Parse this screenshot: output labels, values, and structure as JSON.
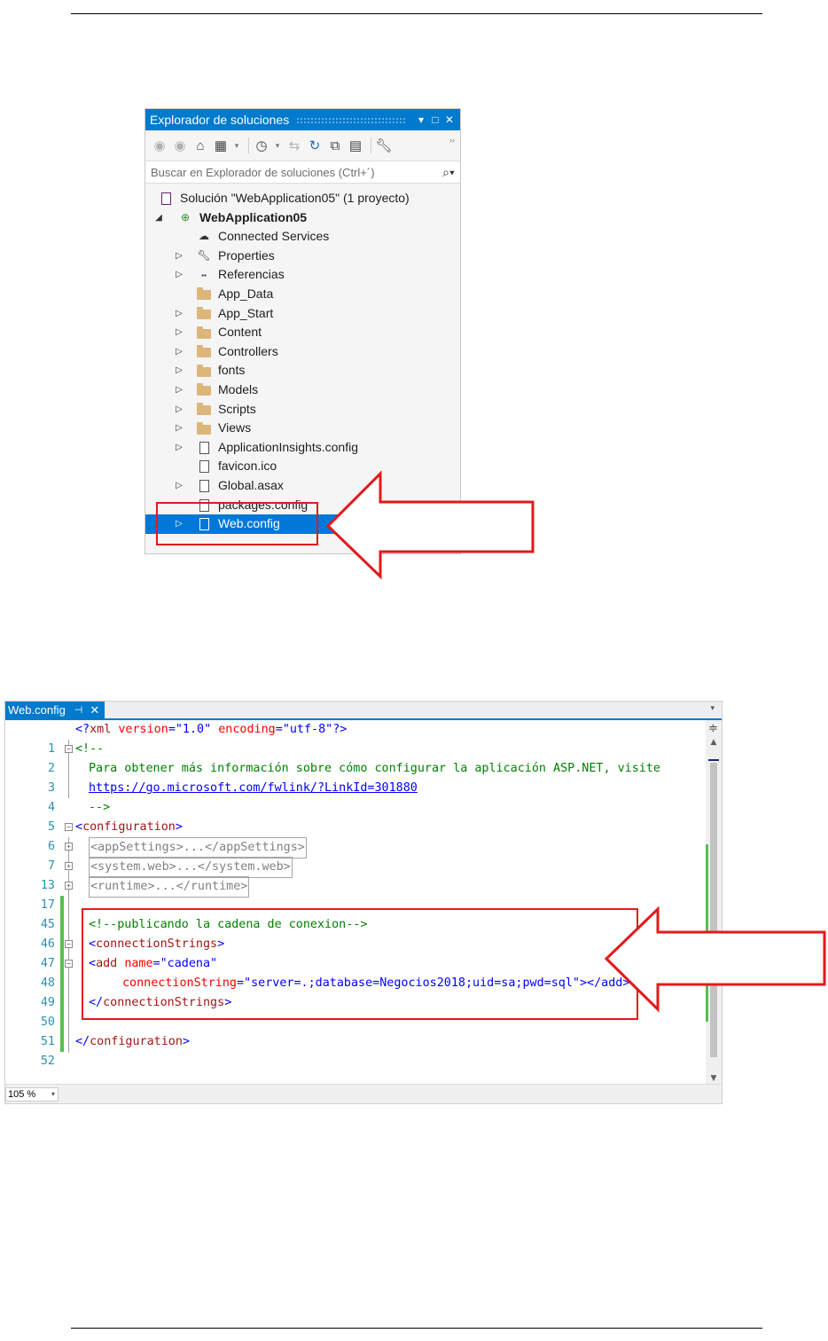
{
  "solution_explorer": {
    "title": "Explorador de soluciones",
    "title_buttons": [
      "▾",
      "□",
      "✕"
    ],
    "toolbar_icons": [
      "back-icon",
      "forward-icon",
      "home-icon",
      "switch-views-icon",
      "pending-changes-icon",
      "sync-icon",
      "refresh-icon",
      "collapse-all-icon",
      "show-all-files-icon",
      "properties-wrench-icon"
    ],
    "search_placeholder": "Buscar en Explorador de soluciones (Ctrl+´)",
    "solution_label": "Solución \"WebApplication05\"  (1 proyecto)",
    "project_label": "WebApplication05",
    "items": [
      {
        "label": "Connected Services",
        "icon": "connected-services-icon",
        "expandable": false
      },
      {
        "label": "Properties",
        "icon": "wrench-icon",
        "expandable": true
      },
      {
        "label": "Referencias",
        "icon": "references-icon",
        "expandable": true
      },
      {
        "label": "App_Data",
        "icon": "folder-icon",
        "expandable": false
      },
      {
        "label": "App_Start",
        "icon": "folder-icon",
        "expandable": true
      },
      {
        "label": "Content",
        "icon": "folder-icon",
        "expandable": true
      },
      {
        "label": "Controllers",
        "icon": "folder-icon",
        "expandable": true
      },
      {
        "label": "fonts",
        "icon": "folder-icon",
        "expandable": true
      },
      {
        "label": "Models",
        "icon": "folder-icon",
        "expandable": true
      },
      {
        "label": "Scripts",
        "icon": "folder-icon",
        "expandable": true
      },
      {
        "label": "Views",
        "icon": "folder-icon",
        "expandable": true
      },
      {
        "label": "ApplicationInsights.config",
        "icon": "config-file-icon",
        "expandable": true
      },
      {
        "label": "favicon.ico",
        "icon": "icon-file-icon",
        "expandable": false
      },
      {
        "label": "Global.asax",
        "icon": "asax-file-icon",
        "expandable": true
      },
      {
        "label": "packages.config",
        "icon": "config-file-icon",
        "expandable": false
      },
      {
        "label": "Web.config",
        "icon": "config-file-icon",
        "expandable": true,
        "selected": true
      }
    ]
  },
  "editor": {
    "tab_title": "Web.config",
    "tab_pin": "⊣",
    "tab_close": "✕",
    "zoom": "105 %",
    "lines": [
      {
        "num": "1"
      },
      {
        "num": "2"
      },
      {
        "num": "3"
      },
      {
        "num": "4"
      },
      {
        "num": "5"
      },
      {
        "num": "6"
      },
      {
        "num": "7"
      },
      {
        "num": "13"
      },
      {
        "num": "17"
      },
      {
        "num": "45"
      },
      {
        "num": "46"
      },
      {
        "num": "47"
      },
      {
        "num": "48"
      },
      {
        "num": "49"
      },
      {
        "num": "50"
      },
      {
        "num": "51"
      },
      {
        "num": "52"
      }
    ],
    "code": {
      "xml_decl_open": "<?",
      "xml_decl_name": "xml",
      "attr_version": "version",
      "eq": "=",
      "val_version": "\"1.0\"",
      "attr_encoding": "encoding",
      "val_encoding": "\"utf-8\"",
      "xml_decl_close": "?>",
      "comment_open": "<!--",
      "comment_text": "Para obtener más información sobre cómo configurar la aplicación ASP.NET, visite",
      "comment_link": "https://go.microsoft.com/fwlink/?LinkId=301880",
      "comment_close": "-->",
      "lt": "<",
      "gt": ">",
      "lt_slash": "</",
      "configuration": "configuration",
      "app_settings_collapsed": "<appSettings>...</appSettings>",
      "system_web_collapsed": "<system.web>...</system.web>",
      "runtime_collapsed": "<runtime>...</runtime>",
      "comment_publish": "<!--publicando la cadena de conexion-->",
      "connection_strings": "connectionStrings",
      "add": "add",
      "attr_name": "name",
      "val_name": "\"cadena\"",
      "attr_connection_string": "connectionString",
      "val_connection_string": "\"server=.;database=Negocios2018;uid=sa;pwd=sql\"",
      "add_close": "></add>"
    }
  },
  "colors": {
    "accent": "#007acc",
    "selection": "#0078d7",
    "highlight": "#e2191b",
    "change_marker": "#57c04d"
  }
}
